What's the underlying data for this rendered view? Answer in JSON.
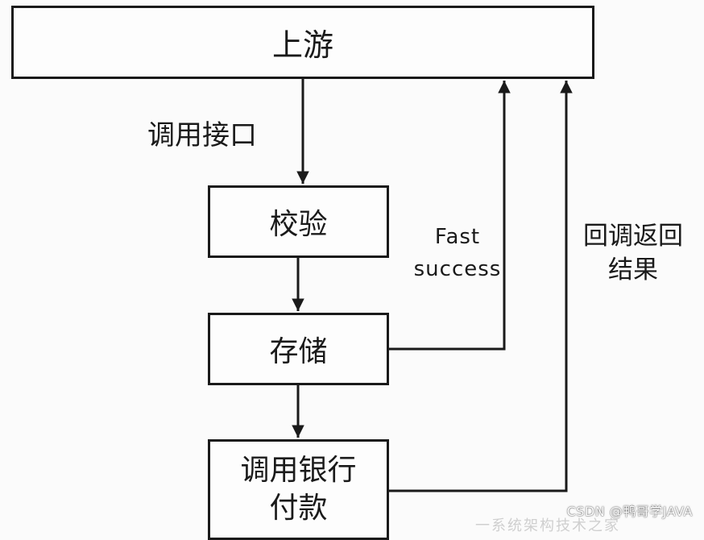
{
  "nodes": {
    "upstream": "上游",
    "validate": "校验",
    "store": "存储",
    "pay_line1": "调用银行",
    "pay_line2": "付款"
  },
  "edge_labels": {
    "call_api": "调用接口",
    "fast_line1": "Fast",
    "fast_line2": "success",
    "callback_line1": "回调返回",
    "callback_line2": "结果"
  },
  "watermark": "CSDN @鸭哥学JAVA",
  "watermark_behind": "一系统架构技术之家"
}
